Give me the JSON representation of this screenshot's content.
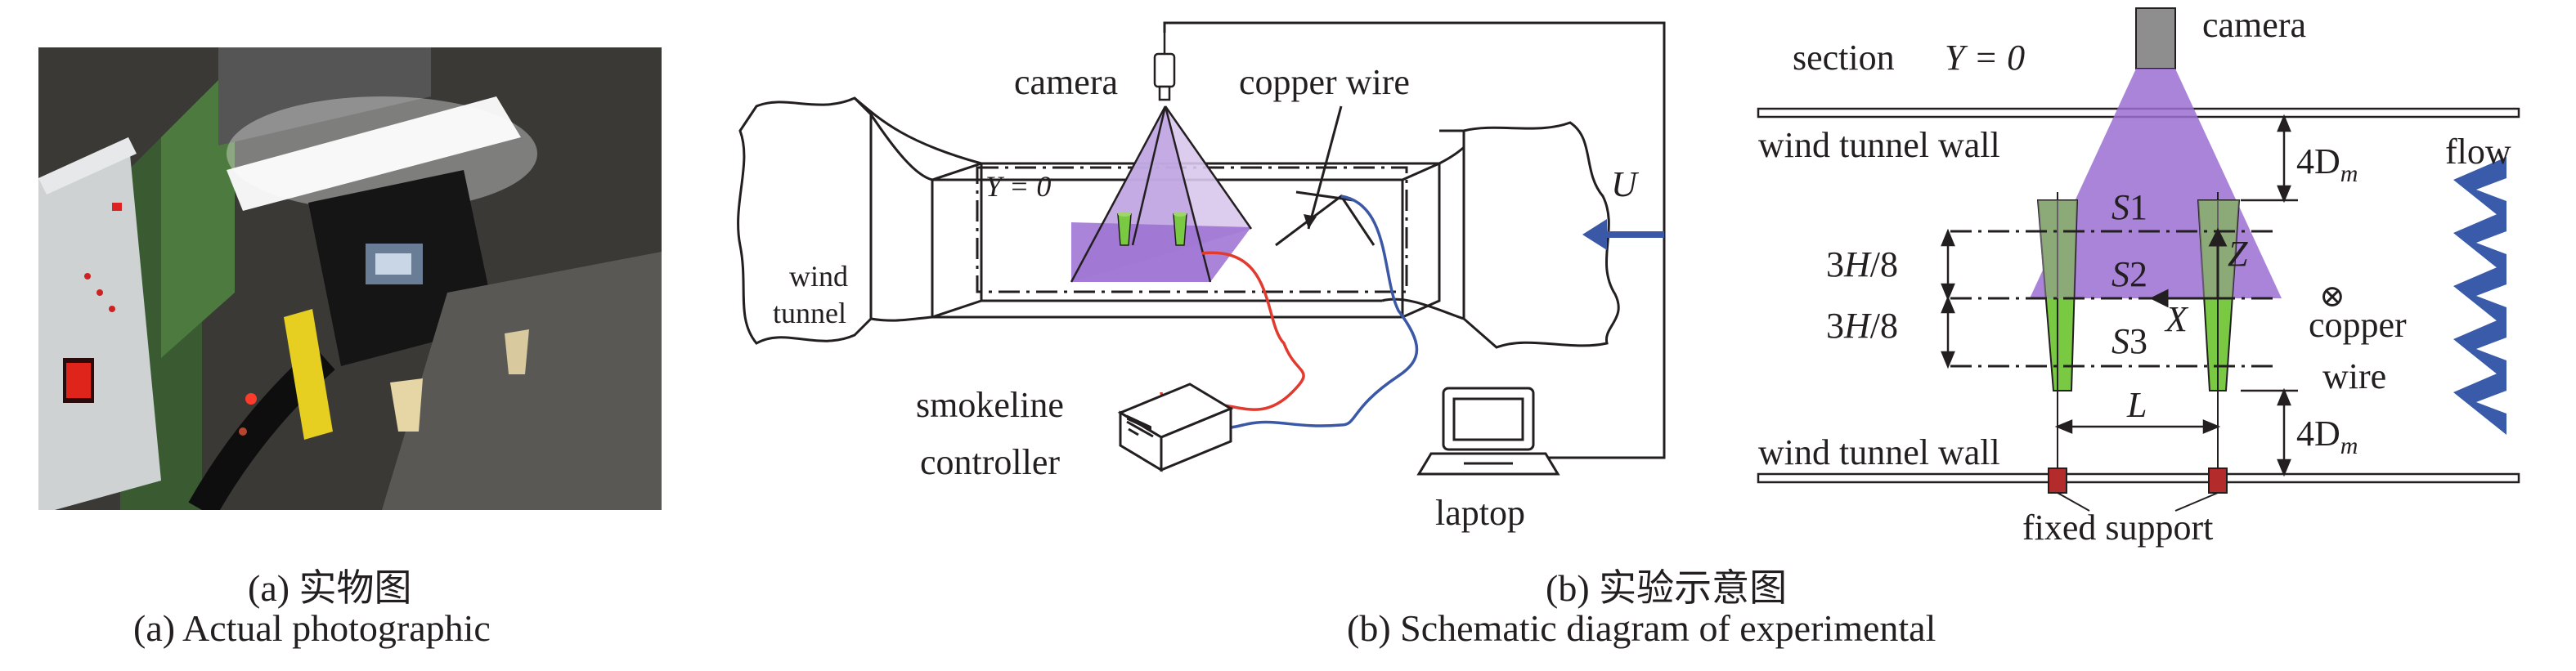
{
  "panel_a": {
    "caption_cn": "(a) 实物图",
    "caption_en": "(a) Actual photographic"
  },
  "panel_b": {
    "caption_cn": "(b) 实验示意图",
    "caption_en": "(b) Schematic diagram of experimental",
    "left": {
      "camera": "camera",
      "copper_wire": "copper wire",
      "plane_y0": "Y = 0",
      "wind_tunnel_1": "wind",
      "wind_tunnel_2": "tunnel",
      "velocity": "U",
      "smokeline_1": "smokeline",
      "smokeline_2": "controller",
      "laptop": "laptop"
    },
    "right": {
      "camera": "camera",
      "section_prefix": "section",
      "section_value": "Y = 0",
      "wall_top": "wind tunnel wall",
      "wall_bottom": "wind tunnel wall",
      "gap_top_num": "4D",
      "gap_top_sub": "m",
      "gap_bottom_num": "4D",
      "gap_bottom_sub": "m",
      "flow": "flow",
      "s1_s": "S",
      "s1_n": "1",
      "s2_s": "S",
      "s2_n": "2",
      "s3_s": "S",
      "s3_n": "3",
      "z_axis": "Z",
      "x_axis": "X",
      "spacing1_a": "3",
      "spacing1_b": "H",
      "spacing1_c": "/8",
      "spacing2_a": "3",
      "spacing2_b": "H",
      "spacing2_c": "/8",
      "spacing_l": "L",
      "copper_1": "copper",
      "copper_2": "wire",
      "out_of_plane": "⊗",
      "fixed_support": "fixed support"
    },
    "colors": {
      "accent_red": "#e8202a",
      "flow_blue": "#3a5ba9",
      "purple_beam": "#9b6fd1",
      "green_model": "#7ac943",
      "wire_red": "#e33a2e",
      "wire_blue": "#3b58a6",
      "support_red": "#b32b2b"
    }
  }
}
